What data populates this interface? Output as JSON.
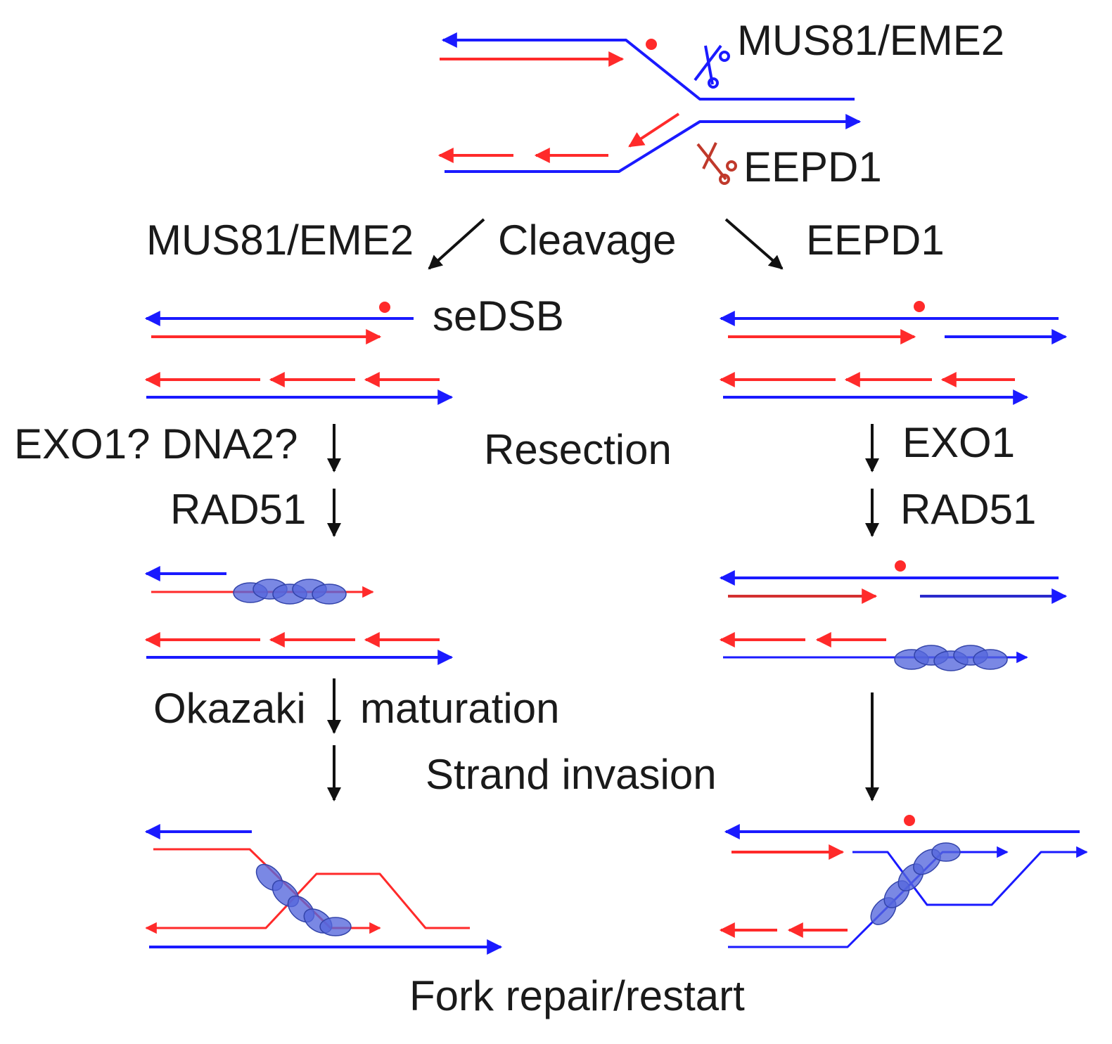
{
  "labels": {
    "top_enzyme_1": "MUS81/EME2",
    "top_enzyme_2": "EEPD1",
    "branch_left_enzyme": "MUS81/EME2",
    "branch_middle": "Cleavage",
    "branch_right_enzyme": "EEPD1",
    "sedsb": "seDSB",
    "left_exo": "EXO1? DNA2?",
    "left_rad51": "RAD51",
    "middle_resection": "Resection",
    "right_exo": "EXO1",
    "right_rad51": "RAD51",
    "okazaki": "Okazaki",
    "maturation": "maturation",
    "strand_invasion": "Strand invasion",
    "bottom": "Fork repair/restart"
  },
  "colors": {
    "blue_strand": "#1a1aff",
    "red_strand": "#ff2a2a",
    "rad51_protein": "#5566dd",
    "text": "#1a1a1a",
    "arrow": "#111111",
    "scissors_blue": "#1a1aff",
    "scissors_red": "#c0392b"
  },
  "icons": {
    "scissors_top": "scissors-icon",
    "scissors_bottom": "scissors-icon",
    "lesion": "lesion-dot-icon"
  }
}
